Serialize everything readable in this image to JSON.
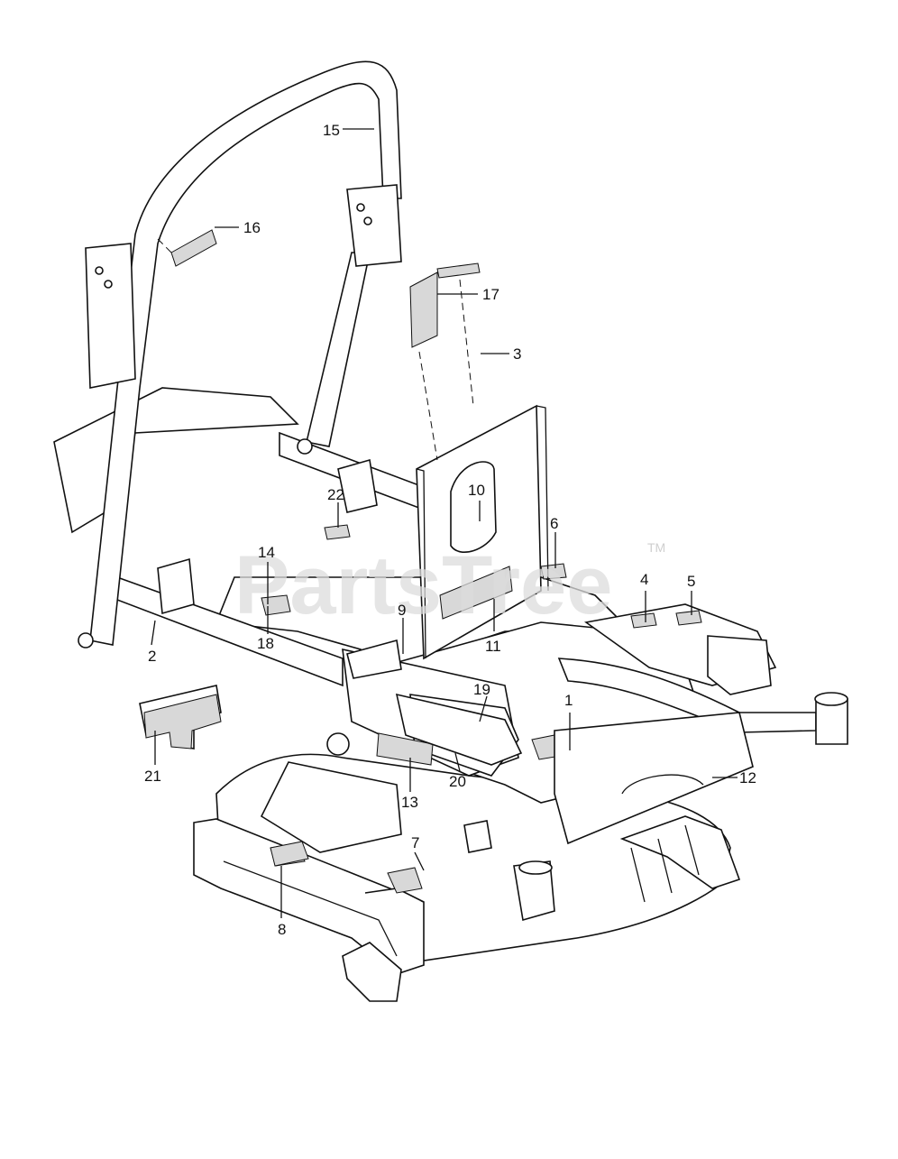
{
  "watermark": {
    "text": "PartsTree",
    "tm": "TM"
  },
  "callouts": [
    {
      "id": "c1",
      "label": "1"
    },
    {
      "id": "c2",
      "label": "2"
    },
    {
      "id": "c3",
      "label": "3"
    },
    {
      "id": "c4",
      "label": "4"
    },
    {
      "id": "c5",
      "label": "5"
    },
    {
      "id": "c6",
      "label": "6"
    },
    {
      "id": "c7",
      "label": "7"
    },
    {
      "id": "c8",
      "label": "8"
    },
    {
      "id": "c9",
      "label": "9"
    },
    {
      "id": "c10",
      "label": "10"
    },
    {
      "id": "c11",
      "label": "11"
    },
    {
      "id": "c12",
      "label": "12"
    },
    {
      "id": "c13",
      "label": "13"
    },
    {
      "id": "c14",
      "label": "14"
    },
    {
      "id": "c15",
      "label": "15"
    },
    {
      "id": "c16",
      "label": "16"
    },
    {
      "id": "c17",
      "label": "17"
    },
    {
      "id": "c18",
      "label": "18"
    },
    {
      "id": "c19",
      "label": "19"
    },
    {
      "id": "c20",
      "label": "20"
    },
    {
      "id": "c21",
      "label": "21"
    },
    {
      "id": "c22",
      "label": "22"
    }
  ]
}
